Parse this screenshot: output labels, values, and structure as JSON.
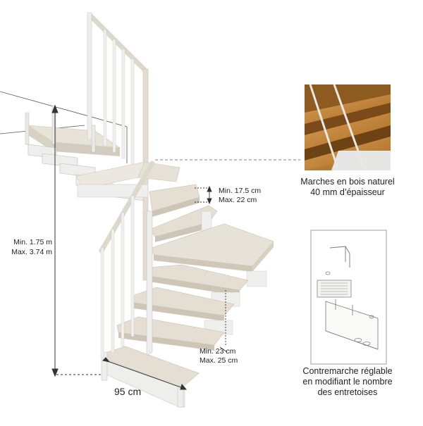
{
  "dimensions": {
    "riser_height": {
      "min": "Min. 17.5 cm",
      "max": "Max. 22 cm"
    },
    "total_height": {
      "min": "Min. 1.75 m",
      "max": "Max. 3.74 m"
    },
    "tread_depth": {
      "min": "Min. 23 cm",
      "max": "Max. 25 cm"
    },
    "width": "95 cm"
  },
  "callouts": {
    "treads": {
      "line1": "Marches en bois naturel",
      "line2": "40 mm d’épaisseur"
    },
    "riser": {
      "line1": "Contremarche réglable",
      "line2": "en modifiant le nombre",
      "line3": "des entretoises"
    }
  },
  "colors": {
    "wood_light": "#e6e1d6",
    "wood_shadow": "#cfc8b9",
    "metal": "#ebebe8",
    "wood_photo": "#c98a3c"
  }
}
